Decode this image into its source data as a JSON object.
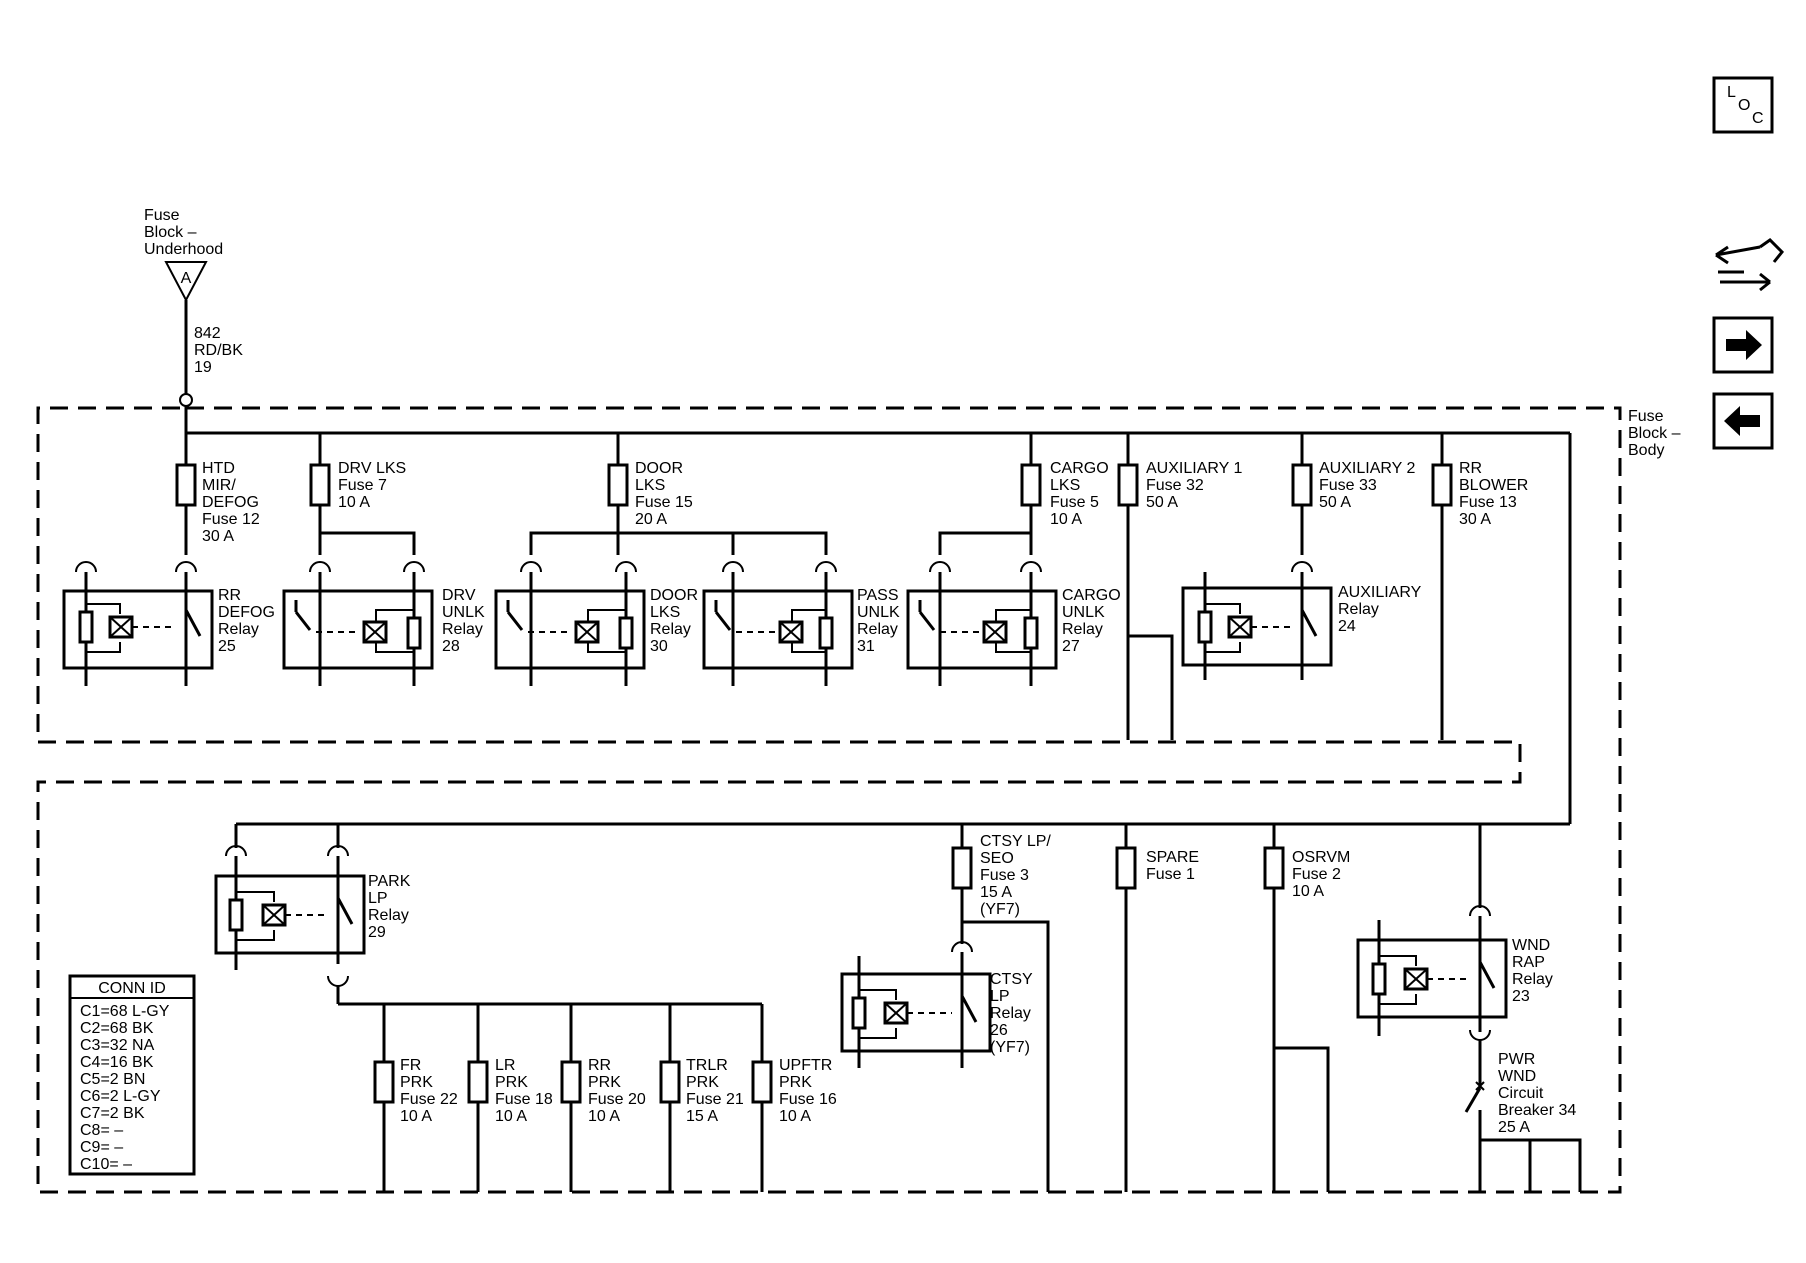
{
  "source": {
    "lines": [
      "Fuse",
      "Block –",
      "Underhood"
    ],
    "connector": "A"
  },
  "feed_wire": {
    "lines": [
      "842",
      "RD/BK",
      "19"
    ]
  },
  "body_block": {
    "lines": [
      "Fuse",
      "Block –",
      "Body"
    ]
  },
  "fuses": [
    {
      "lines": [
        "HTD",
        "MIR/",
        "DEFOG",
        "Fuse 12",
        "30 A"
      ]
    },
    {
      "lines": [
        "DRV LKS",
        "Fuse 7",
        "10 A"
      ]
    },
    {
      "lines": [
        "DOOR",
        "LKS",
        "Fuse 15",
        "20 A"
      ]
    },
    {
      "lines": [
        "CARGO",
        "LKS",
        "Fuse 5",
        "10 A"
      ]
    },
    {
      "lines": [
        "AUXILIARY 1",
        "Fuse 32",
        "50 A"
      ]
    },
    {
      "lines": [
        "AUXILIARY 2",
        "Fuse 33",
        "50 A"
      ]
    },
    {
      "lines": [
        "RR",
        "BLOWER",
        "Fuse 13",
        "30 A"
      ]
    },
    {
      "lines": [
        "CTSY LP/",
        "SEO",
        "Fuse 3",
        "15 A",
        "(YF7)"
      ]
    },
    {
      "lines": [
        "SPARE",
        "Fuse 1"
      ]
    },
    {
      "lines": [
        "OSRVM",
        "Fuse 2",
        "10 A"
      ]
    },
    {
      "lines": [
        "FR",
        "PRK",
        "Fuse 22",
        "10 A"
      ]
    },
    {
      "lines": [
        "LR",
        "PRK",
        "Fuse 18",
        "10 A"
      ]
    },
    {
      "lines": [
        "RR",
        "PRK",
        "Fuse 20",
        "10 A"
      ]
    },
    {
      "lines": [
        "TRLR",
        "PRK",
        "Fuse 21",
        "15 A"
      ]
    },
    {
      "lines": [
        "UPFTR",
        "PRK",
        "Fuse 16",
        "10 A"
      ]
    }
  ],
  "relays": [
    {
      "lines": [
        "RR",
        "DEFOG",
        "Relay",
        "25"
      ]
    },
    {
      "lines": [
        "DRV",
        "UNLK",
        "Relay",
        "28"
      ]
    },
    {
      "lines": [
        "DOOR",
        "LKS",
        "Relay",
        "30"
      ]
    },
    {
      "lines": [
        "PASS",
        "UNLK",
        "Relay",
        "31"
      ]
    },
    {
      "lines": [
        "CARGO",
        "UNLK",
        "Relay",
        "27"
      ]
    },
    {
      "lines": [
        "AUXILIARY",
        "Relay",
        "24"
      ]
    },
    {
      "lines": [
        "PARK",
        "LP",
        "Relay",
        "29"
      ]
    },
    {
      "lines": [
        "CTSY",
        "LP",
        "Relay",
        "26",
        "(YF7)"
      ]
    },
    {
      "lines": [
        "WND",
        "RAP",
        "Relay",
        "23"
      ]
    }
  ],
  "circuit_breaker": {
    "lines": [
      "PWR",
      "WND",
      "Circuit",
      "Breaker 34",
      "25 A"
    ]
  },
  "conn_id": {
    "title": "CONN ID",
    "rows": [
      "C1=68 L-GY",
      "C2=68 BK",
      "C3=32 NA",
      "C4=16 BK",
      "C5=2 BN",
      "C6=2 L-GY",
      "C7=2 BK",
      "C8= –",
      "C9= –",
      "C10= –"
    ]
  },
  "nav": {
    "loc_lines": [
      "L",
      "O",
      "C"
    ],
    "icons": [
      "component-locator-icon",
      "diagnostic-icon",
      "next-arrow-icon",
      "previous-arrow-icon"
    ]
  }
}
